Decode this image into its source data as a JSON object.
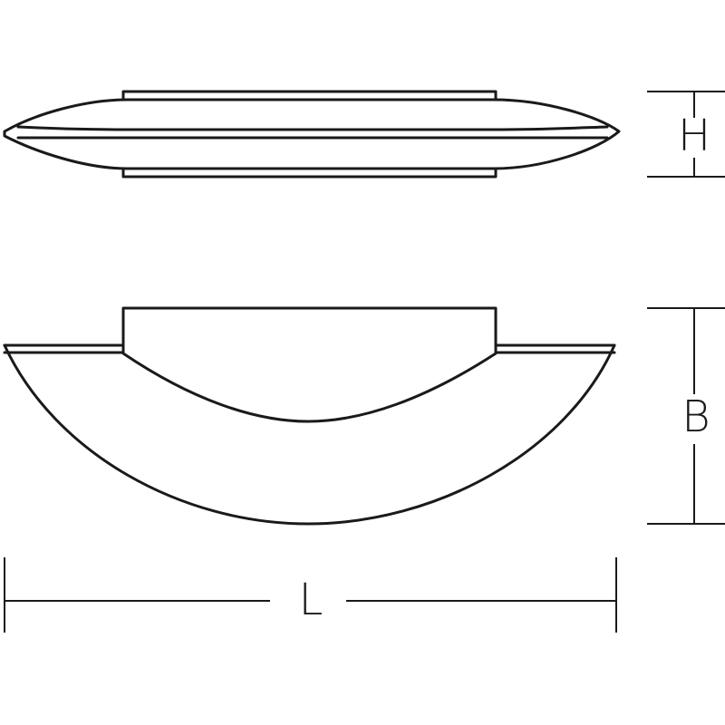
{
  "dimensions": {
    "height_label": "H",
    "depth_label": "B",
    "length_label": "L"
  },
  "colors": {
    "line": "#1a1a1a",
    "background": "#ffffff"
  }
}
